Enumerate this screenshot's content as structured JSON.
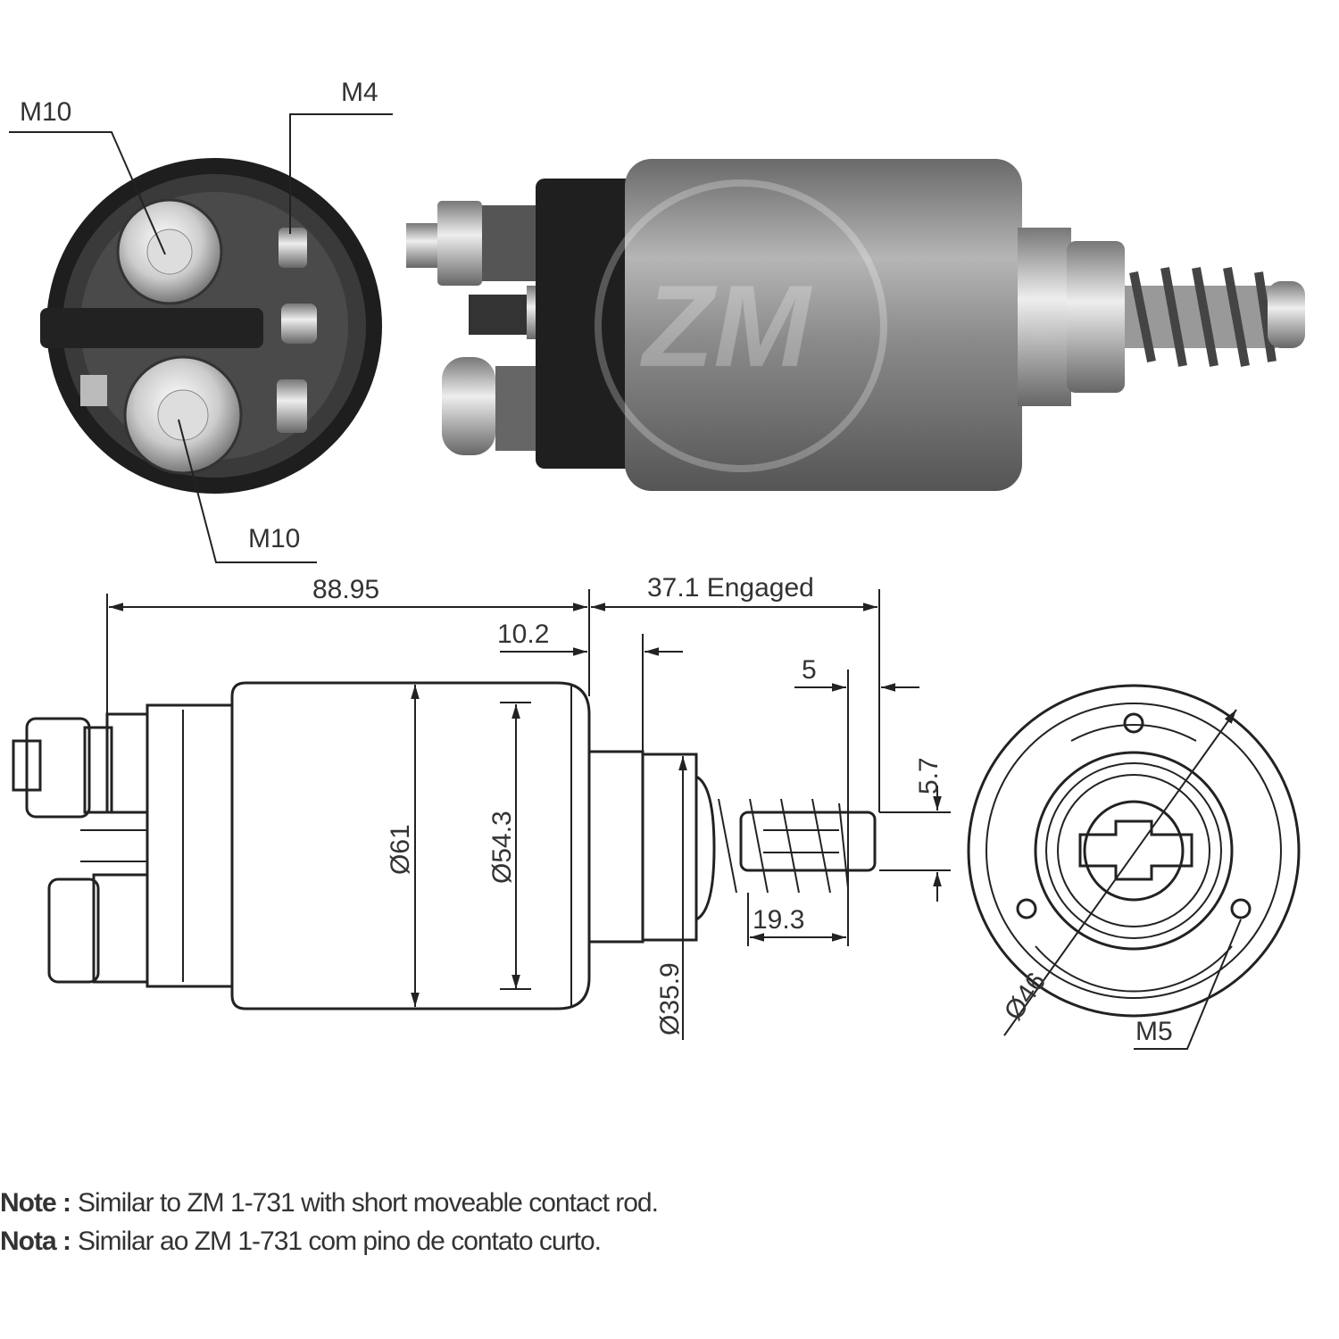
{
  "labels": {
    "m10_top": "M10",
    "m4": "M4",
    "m10_bottom": "M10",
    "overall_length": "88.95",
    "engaged": "37.1 Engaged",
    "boss_length": "10.2",
    "rod_tip": "5",
    "rod_dia": "5.7",
    "body_dia": "Ø61",
    "body_inner_dia": "Ø54.3",
    "boss_dia": "Ø35.9",
    "spring_length": "19.3",
    "bolt_circle": "Ø46",
    "mount_thread": "M5"
  },
  "notes": [
    {
      "prefix": "Note :",
      "text": "Similar to ZM 1-731 with short moveable contact rod."
    },
    {
      "prefix": "Nota :",
      "text": "Similar ao ZM 1-731 com pino de contato curto."
    }
  ],
  "watermark": "ZM"
}
